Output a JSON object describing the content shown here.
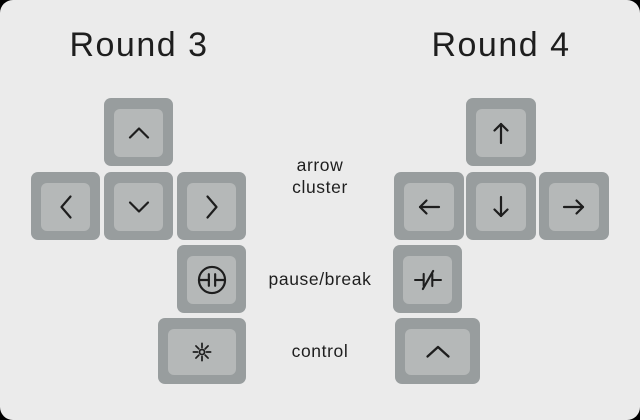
{
  "titles": {
    "round3": "Round 3",
    "round4": "Round 4"
  },
  "labels": {
    "arrow_cluster_line1": "arrow",
    "arrow_cluster_line2": "cluster",
    "pause_break": "pause/break",
    "control": "control"
  },
  "colors": {
    "surround": "#000000",
    "card_background": "#ebebeb",
    "key_outer": "#989d9e",
    "key_cap": "#b5b8b8",
    "ink": "#1e1e1e"
  },
  "keys": {
    "round3": [
      {
        "name": "key-r3-arrow-up",
        "icon": "chevron-up-icon"
      },
      {
        "name": "key-r3-arrow-left",
        "icon": "chevron-left-icon"
      },
      {
        "name": "key-r3-arrow-down",
        "icon": "chevron-down-icon"
      },
      {
        "name": "key-r3-arrow-right",
        "icon": "chevron-right-icon"
      },
      {
        "name": "key-r3-pause-break",
        "icon": "circled-break-contact-icon"
      },
      {
        "name": "key-r3-control",
        "icon": "open-center-asterisk-icon"
      }
    ],
    "round4": [
      {
        "name": "key-r4-arrow-up",
        "icon": "arrow-up-icon"
      },
      {
        "name": "key-r4-arrow-left",
        "icon": "arrow-left-icon"
      },
      {
        "name": "key-r4-arrow-down",
        "icon": "arrow-down-icon"
      },
      {
        "name": "key-r4-arrow-right",
        "icon": "arrow-right-icon"
      },
      {
        "name": "key-r4-pause-break",
        "icon": "break-contact-slash-icon"
      },
      {
        "name": "key-r4-control",
        "icon": "wide-chevron-up-icon"
      }
    ]
  }
}
